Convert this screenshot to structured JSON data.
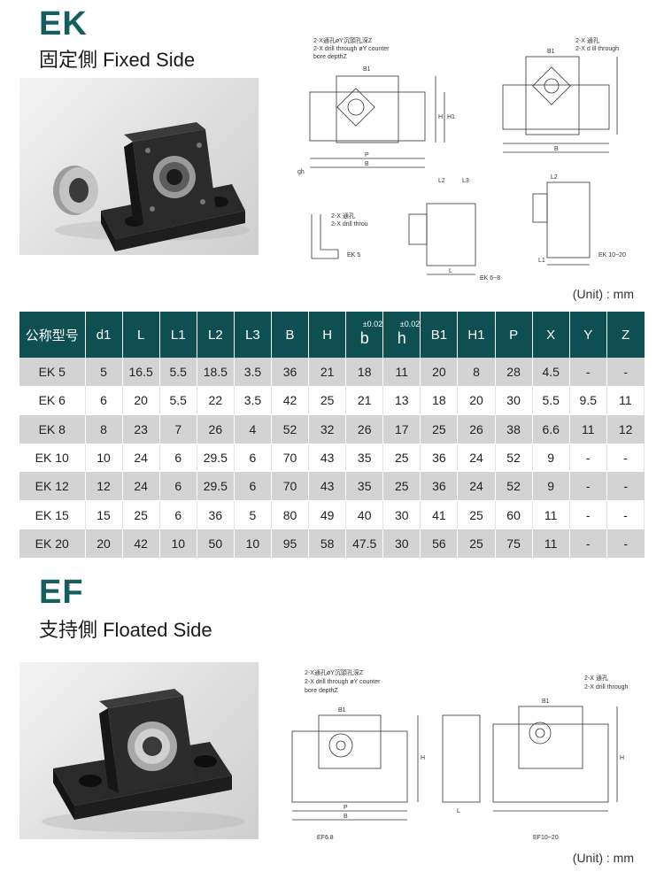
{
  "ek": {
    "code": "EK",
    "subtitle": "固定側 Fixed Side",
    "drawing_labels": {
      "callout_top": "2-X通孔øY沉頭孔深Z",
      "callout_top_en1": "2-X drill through øY counter",
      "callout_top_en2": "bore depthZ",
      "callout_right": "2-X 通孔",
      "callout_right_en": "2-X d ill through",
      "callout_left": "2-X 通孔",
      "callout_left_en": "2-X drill throu",
      "ek5": "EK 5",
      "ek68": "EK 6~8",
      "ek1020": "EK 10~20",
      "gh": "gh"
    },
    "unit": "(Unit) : mm"
  },
  "table": {
    "headers": [
      "公称型号",
      "d1",
      "L",
      "L1",
      "L2",
      "L3",
      "B",
      "H",
      "b",
      "h",
      "B1",
      "H1",
      "P",
      "X",
      "Y",
      "Z"
    ],
    "tolerance": "±0.02",
    "rows": [
      [
        "EK 5",
        "5",
        "16.5",
        "5.5",
        "18.5",
        "3.5",
        "36",
        "21",
        "18",
        "11",
        "20",
        "8",
        "28",
        "4.5",
        "-",
        "-"
      ],
      [
        "EK 6",
        "6",
        "20",
        "5.5",
        "22",
        "3.5",
        "42",
        "25",
        "21",
        "13",
        "18",
        "20",
        "30",
        "5.5",
        "9.5",
        "11"
      ],
      [
        "EK 8",
        "8",
        "23",
        "7",
        "26",
        "4",
        "52",
        "32",
        "26",
        "17",
        "25",
        "26",
        "38",
        "6.6",
        "11",
        "12"
      ],
      [
        "EK 10",
        "10",
        "24",
        "6",
        "29.5",
        "6",
        "70",
        "43",
        "35",
        "25",
        "36",
        "24",
        "52",
        "9",
        "-",
        "-"
      ],
      [
        "EK 12",
        "12",
        "24",
        "6",
        "29.5",
        "6",
        "70",
        "43",
        "35",
        "25",
        "36",
        "24",
        "52",
        "9",
        "-",
        "-"
      ],
      [
        "EK 15",
        "15",
        "25",
        "6",
        "36",
        "5",
        "80",
        "49",
        "40",
        "30",
        "41",
        "25",
        "60",
        "11",
        "-",
        "-"
      ],
      [
        "EK 20",
        "20",
        "42",
        "10",
        "50",
        "10",
        "95",
        "58",
        "47.5",
        "30",
        "56",
        "25",
        "75",
        "11",
        "-",
        "-"
      ]
    ]
  },
  "ef": {
    "code": "EF",
    "subtitle": "支持側 Floated Side",
    "drawing_labels": {
      "callout_top": "2-X通孔øY沉頭孔深Z",
      "callout_top_en1": "2-X drill through øY counter",
      "callout_top_en2": "bore depthZ",
      "callout_right": "2-X 通孔",
      "callout_right_en": "2-X drill through",
      "ef68": "EF6.8",
      "ef1020": "EF10~20"
    },
    "unit": "(Unit) : mm"
  },
  "dim": {
    "B1": "B1",
    "B": "B",
    "P": "P",
    "b": "b",
    "h": "h",
    "H": "H",
    "H1": "H1",
    "L": "L",
    "L1": "L1",
    "L2": "L2",
    "L3": "L3",
    "d1": "d1"
  }
}
